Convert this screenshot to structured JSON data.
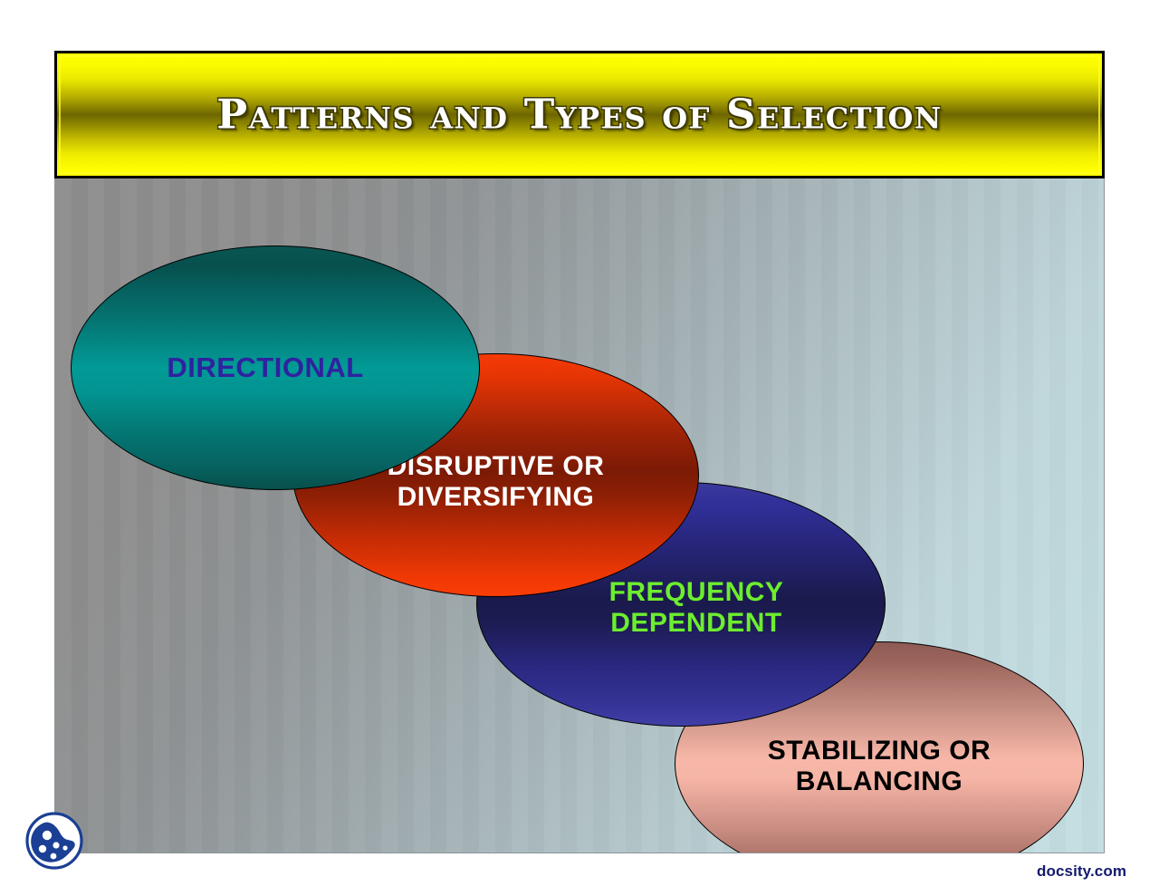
{
  "slide": {
    "title": "Patterns and Types of Selection",
    "background": {
      "gradient_from": "#8e8e8e",
      "gradient_to": "#c4dee2"
    },
    "title_banner": {
      "gradient_top": "#ffff00",
      "gradient_mid": "#6e6600",
      "gradient_bottom": "#ffff00",
      "border_color": "#000000",
      "text_color": "#ffffff"
    },
    "ellipses": [
      {
        "id": "directional",
        "label": "DIRECTIONAL",
        "fill": "#029a96",
        "text_color": "#2f22a0",
        "order": 1
      },
      {
        "id": "disruptive",
        "label": "DISRUPTIVE OR DIVERSIFYING",
        "line1": "DISRUPTIVE OR",
        "line2": "DIVERSIFYING",
        "fill": "#b52906",
        "text_color": "#ffffff",
        "order": 2
      },
      {
        "id": "frequency",
        "label": "FREQUENCY DEPENDENT",
        "line1": "FREQUENCY",
        "line2": "DEPENDENT",
        "fill": "#272579",
        "text_color": "#6dee2e",
        "order": 3
      },
      {
        "id": "stabilizing",
        "label": "STABILIZING OR BALANCING",
        "line1": "STABILIZING OR",
        "line2": "BALANCING",
        "fill": "#f7b7a8",
        "text_color": "#000000",
        "order": 4
      }
    ]
  },
  "branding": {
    "url": "docsity.com",
    "logo_color": "#1b3f94",
    "url_color": "#131a6e"
  }
}
